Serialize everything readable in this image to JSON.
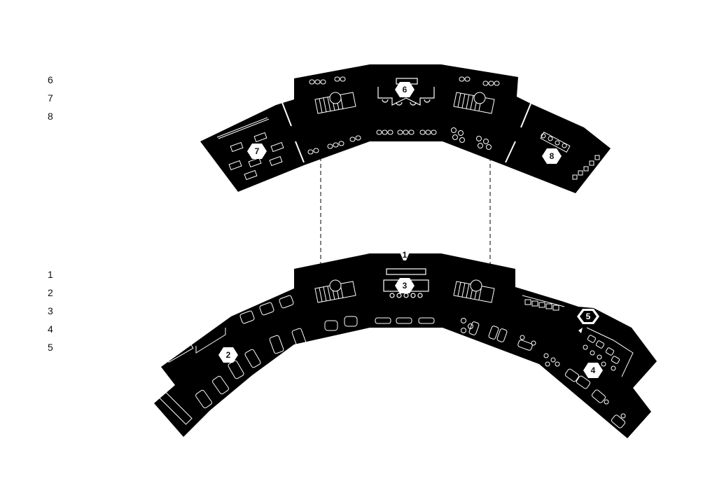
{
  "diagram": {
    "upper_floor": {
      "title": "",
      "legend": [
        {
          "number": "6",
          "text": ""
        },
        {
          "number": "7",
          "text": ""
        },
        {
          "number": "8",
          "text": ""
        }
      ],
      "markers": [
        "6",
        "7",
        "8"
      ]
    },
    "lower_floor": {
      "title": "",
      "legend": [
        {
          "number": "1",
          "text": ""
        },
        {
          "number": "2",
          "text": ""
        },
        {
          "number": "3",
          "text": ""
        },
        {
          "number": "4",
          "text": ""
        },
        {
          "number": "5",
          "text": ""
        }
      ],
      "markers": [
        "1",
        "2",
        "3",
        "4",
        "5"
      ]
    },
    "colors": {
      "floor_fill": "#000000",
      "line": "#ffffff",
      "background": "#ffffff",
      "text": "#111111"
    }
  }
}
